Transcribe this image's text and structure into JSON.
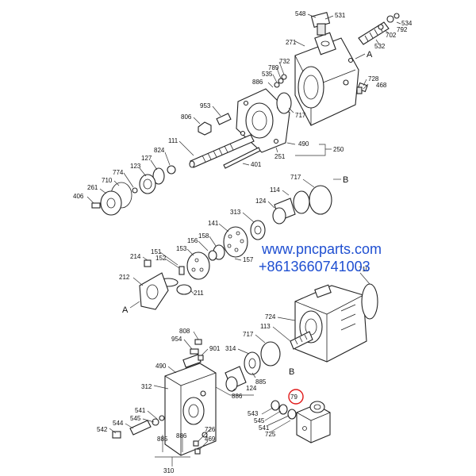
{
  "colors": {
    "line": "#222222",
    "watermark": "#1f4fd1",
    "highlight": "#e01a1a"
  },
  "watermark": {
    "url": "www.pncparts.com",
    "phone": "+8613660741003"
  },
  "refs": {
    "a_top": "A",
    "a_bottom": "A",
    "b_top": "B",
    "b_bottom": "B"
  },
  "labels": {
    "p548": "548",
    "p531": "531",
    "p534": "534",
    "p702": "702",
    "p792": "792",
    "p532": "532",
    "p271": "271",
    "p732": "732",
    "p789": "789",
    "p535": "535",
    "p886a": "886",
    "p728": "728",
    "p468": "468",
    "p953": "953",
    "p806": "806",
    "p717a": "717",
    "p490": "490",
    "p250": "250",
    "p251": "251",
    "p111": "111",
    "p401": "401",
    "p824": "824",
    "p127": "127",
    "p123": "123",
    "p774": "774",
    "p710a": "710",
    "p261": "261",
    "p406": "406",
    "p717b": "717",
    "p114": "114",
    "p124a": "124",
    "p313": "313",
    "p141": "141",
    "p158": "158",
    "p156": "156",
    "p157": "157",
    "p153": "153",
    "p151": "151",
    "p152": "152",
    "p214": "214",
    "p212": "212",
    "p211": "211",
    "p710b": "710",
    "p724": "724",
    "p113": "113",
    "p717c": "717",
    "p808": "808",
    "p954": "954",
    "p901": "901",
    "p314": "314",
    "p490b": "490",
    "p885a": "885",
    "p312": "312",
    "p124b": "124",
    "p886b": "886",
    "p79": "79",
    "p541a": "541",
    "p545a": "545",
    "p544": "544",
    "p542": "542",
    "p543": "543",
    "p545b": "545",
    "p541b": "541",
    "p725": "725",
    "p726": "726",
    "p885b": "885",
    "p886c": "886",
    "p469": "469",
    "p310": "310"
  }
}
